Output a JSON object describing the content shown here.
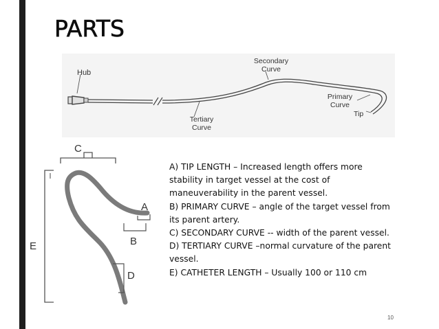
{
  "slide": {
    "title": "PARTS",
    "page_number": "10"
  },
  "top_diagram": {
    "hub_label": "Hub",
    "secondary_curve_label": [
      "Secondary",
      "Curve"
    ],
    "tertiary_curve_label": [
      "Tertiary",
      "Curve"
    ],
    "primary_curve_label": [
      "Primary",
      "Curve"
    ],
    "tip_label": "Tip"
  },
  "side_diagram": {
    "label_a": "A",
    "label_b": "B",
    "label_c": "C",
    "label_d": "D",
    "label_e": "E"
  },
  "descriptions": [
    "A) TIP LENGTH – Increased length offers more stability in target vessel at the cost of maneuverability in the parent vessel.",
    "B) PRIMARY CURVE – angle of the target vessel from its parent artery.",
    "C) SECONDARY CURVE -- width of the parent vessel.",
    "D) TERTIARY CURVE –normal curvature of the parent vessel.",
    "E) CATHETER LENGTH – Usually 100 or 110 cm"
  ],
  "colors": {
    "left_bar": "#1e1e1e",
    "top_figure_bg": "#f4f4f4",
    "catheter_gray": "#7b7b7b"
  }
}
